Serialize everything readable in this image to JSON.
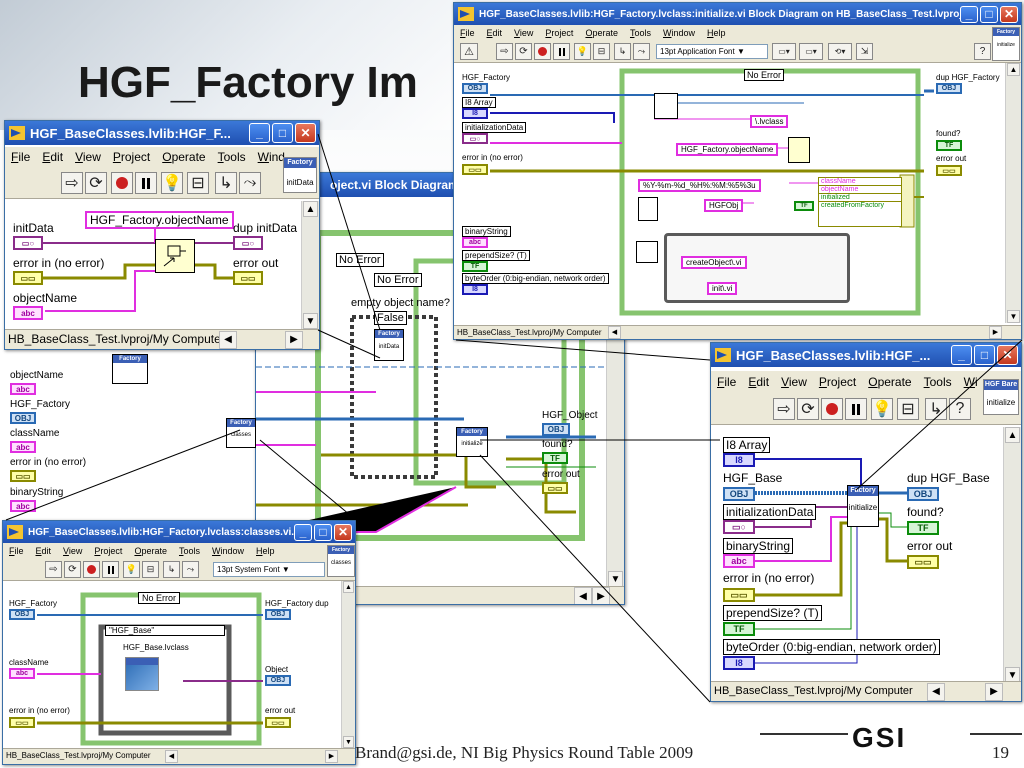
{
  "slide": {
    "title": "HGF_Factory Im",
    "footer": "Brand@gsi.de, NI Big Physics Round Table 2009",
    "page_number": "19",
    "logo": "GSI"
  },
  "menu_labels": [
    "File",
    "Edit",
    "View",
    "Project",
    "Operate",
    "Tools",
    "Window",
    "Help"
  ],
  "icons": {
    "run": "run-arrow-icon",
    "run_cont": "run-continuously-icon",
    "abort": "abort-icon",
    "pause": "pause-icon",
    "highlight": "highlight-execution-icon",
    "probe": "retain-wire-values-icon",
    "step_into": "step-into-icon",
    "step_over": "step-over-icon",
    "step_out": "step-out-icon",
    "clean": "clean-diagram-icon",
    "warn": "warning-icon",
    "help": "help-icon"
  },
  "colors": {
    "titlebar": "#1f4fb0",
    "error_wire": "#8a8a00",
    "string_wire": "#e02ee0",
    "object_wire": "#2a6ab4",
    "bool_wire": "#0b8c0b",
    "case_border": "#86c46e"
  },
  "win_make": {
    "title": "HGF_BaseClasses.lvlib:HGF_F...",
    "menu": [
      "File",
      "Edit",
      "View",
      "Project",
      "Operate",
      "Tools",
      "Wind"
    ],
    "conn_header": "Factory",
    "conn_label": "initData",
    "labels": {
      "initData": "initData",
      "objname_const": "HGF_Factory.objectName",
      "dup_initData": "dup initData",
      "error_in": "error in (no error)",
      "error_out": "error out",
      "objectName": "objectName"
    },
    "status": "HB_BaseClass_Test.lvproj/My Computer"
  },
  "win_main": {
    "title_visible": "oject.vi Block Diagram o",
    "case_outer": "No Error",
    "case_inner": "No Error",
    "case_bool": "False",
    "empty_name": "empty object name?",
    "node_inner": "initData",
    "node_factory": "classes",
    "node_init": "initialize",
    "labels": {
      "objectName": "objectName",
      "HGF_Factory": "HGF_Factory",
      "className": "className",
      "error_in": "error in (no error)",
      "binaryString": "binaryString",
      "HGF_Object": "HGF_Object",
      "found": "found?",
      "error_out": "error out"
    }
  },
  "win_init": {
    "title": "HGF_BaseClasses.lvlib:HGF_Factory.lvclass:initialize.vi Block Diagram on HB_BaseClass_Test.lvproj/...",
    "menu": [
      "File",
      "Edit",
      "View",
      "Project",
      "Operate",
      "Tools",
      "Window",
      "Help"
    ],
    "font_select": "13pt Application Font",
    "conn_header": "Factory",
    "conn_label": "initialize",
    "case_selector": "No Error",
    "labels": {
      "HGF_Factory": "HGF_Factory",
      "I8_Array": "I8 Array",
      "initializationData": "initializationData",
      "error_in": "error in (no error)",
      "binaryString": "binaryString",
      "prependSize": "prependSize? (T)",
      "byteOrder": "byteOrder (0:big-endian, network order)",
      "dup": "dup HGF_Factory",
      "found": "found?",
      "error_out": "error out",
      "lvclass": "\\.lvclass",
      "objname": "HGF_Factory.objectName",
      "datefmt": "%Y-%m-%d_%H%:%M:%5%3u",
      "hgfobj": "HGFObj",
      "createObject": "createObject\\.vi",
      "init_vi": "init\\.vi"
    },
    "bundle_fields": [
      "className",
      "objectName",
      "initialized",
      "createdFromFactory"
    ],
    "status": "HB_BaseClass_Test.lvproj/My Computer"
  },
  "win_init2": {
    "title": "HGF_BaseClasses.lvlib:HGF_...",
    "menu": [
      "File",
      "Edit",
      "View",
      "Project",
      "Operate",
      "Tools",
      "Wi"
    ],
    "conn_header": "HGF Bare",
    "conn_label": "initialize",
    "node_header": "Factory",
    "node_label": "initialize",
    "labels": {
      "I8_Array": "I8 Array",
      "HGF_Base": "HGF_Base",
      "initializationData": "initializationData",
      "binaryString": "binaryString",
      "error_in": "error in (no error)",
      "prependSize": "prependSize? (T)",
      "byteOrder": "byteOrder (0:big-endian, network order)",
      "dup": "dup HGF_Base",
      "found": "found?",
      "error_out": "error out"
    },
    "status": "HB_BaseClass_Test.lvproj/My Computer"
  },
  "win_classes": {
    "title": "HGF_BaseClasses.lvlib:HGF_Factory.lvclass:classes.vi...",
    "menu": [
      "File",
      "Edit",
      "View",
      "Project",
      "Operate",
      "Tools",
      "Window",
      "Help"
    ],
    "font_select": "13pt System Font",
    "conn_header": "Factory",
    "conn_label": "classes",
    "case_selector": "No Error",
    "inner_selector": "\"HGF_Base\"",
    "class_name": "HGF_Base.lvclass",
    "labels": {
      "HGF_Factory": "HGF_Factory",
      "className": "className",
      "error_in": "error in (no error)",
      "dup": "HGF_Factory dup",
      "object": "Object",
      "error_out": "error out"
    },
    "status": "HB_BaseClass_Test.lvproj/My Computer"
  },
  "terms": {
    "err": "▭▭",
    "obj": "OBJ",
    "str": "abc",
    "bool": "TF",
    "i8": "I8",
    "ref": "▭○"
  }
}
